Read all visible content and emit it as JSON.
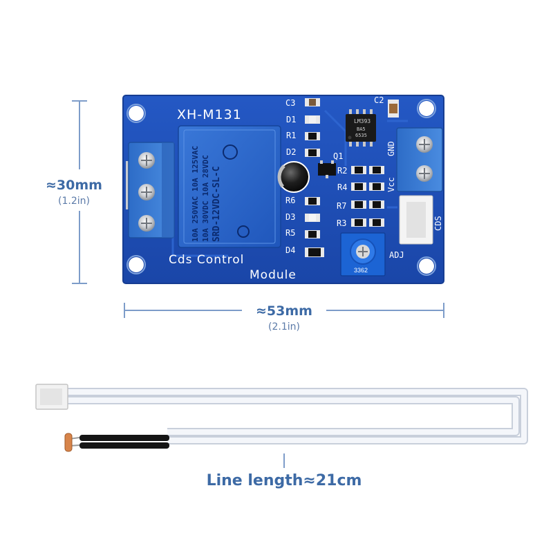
{
  "dimensions": {
    "height_metric": "≈30mm",
    "height_imperial": "(1.2in)",
    "width_metric": "≈53mm",
    "width_imperial": "(2.1in)",
    "line_length": "Line length≈21cm"
  },
  "board": {
    "model": "XH-M131",
    "title_line1": "Cds Control",
    "title_line2": "Module",
    "relay_lines": [
      "10A 250VAC  10A 125VAC",
      "10A 30VDC   10A 28VDC",
      "SRD-12VDC-SL-C"
    ],
    "component_labels": {
      "c3": "C3",
      "c2": "C2",
      "d1": "D1",
      "r1": "R1",
      "d2": "D2",
      "q1": "Q1",
      "r2": "R2",
      "r4": "R4",
      "r6": "R6",
      "r7": "R7",
      "d3": "D3",
      "r5": "R5",
      "r3": "R3",
      "d4": "D4",
      "vcc": "Vcc",
      "gnd": "GND",
      "cds": "CDS",
      "adj": "ADJ"
    },
    "chip_text": [
      "LM393",
      "BA5",
      "6535"
    ],
    "pot_text": "3362"
  },
  "colors": {
    "pcb": "#1d4fb8",
    "terminal": "#2f72c8",
    "relay": "#2a63c9",
    "dimension": "#3d6aa5",
    "wire": "#eef1f7"
  }
}
